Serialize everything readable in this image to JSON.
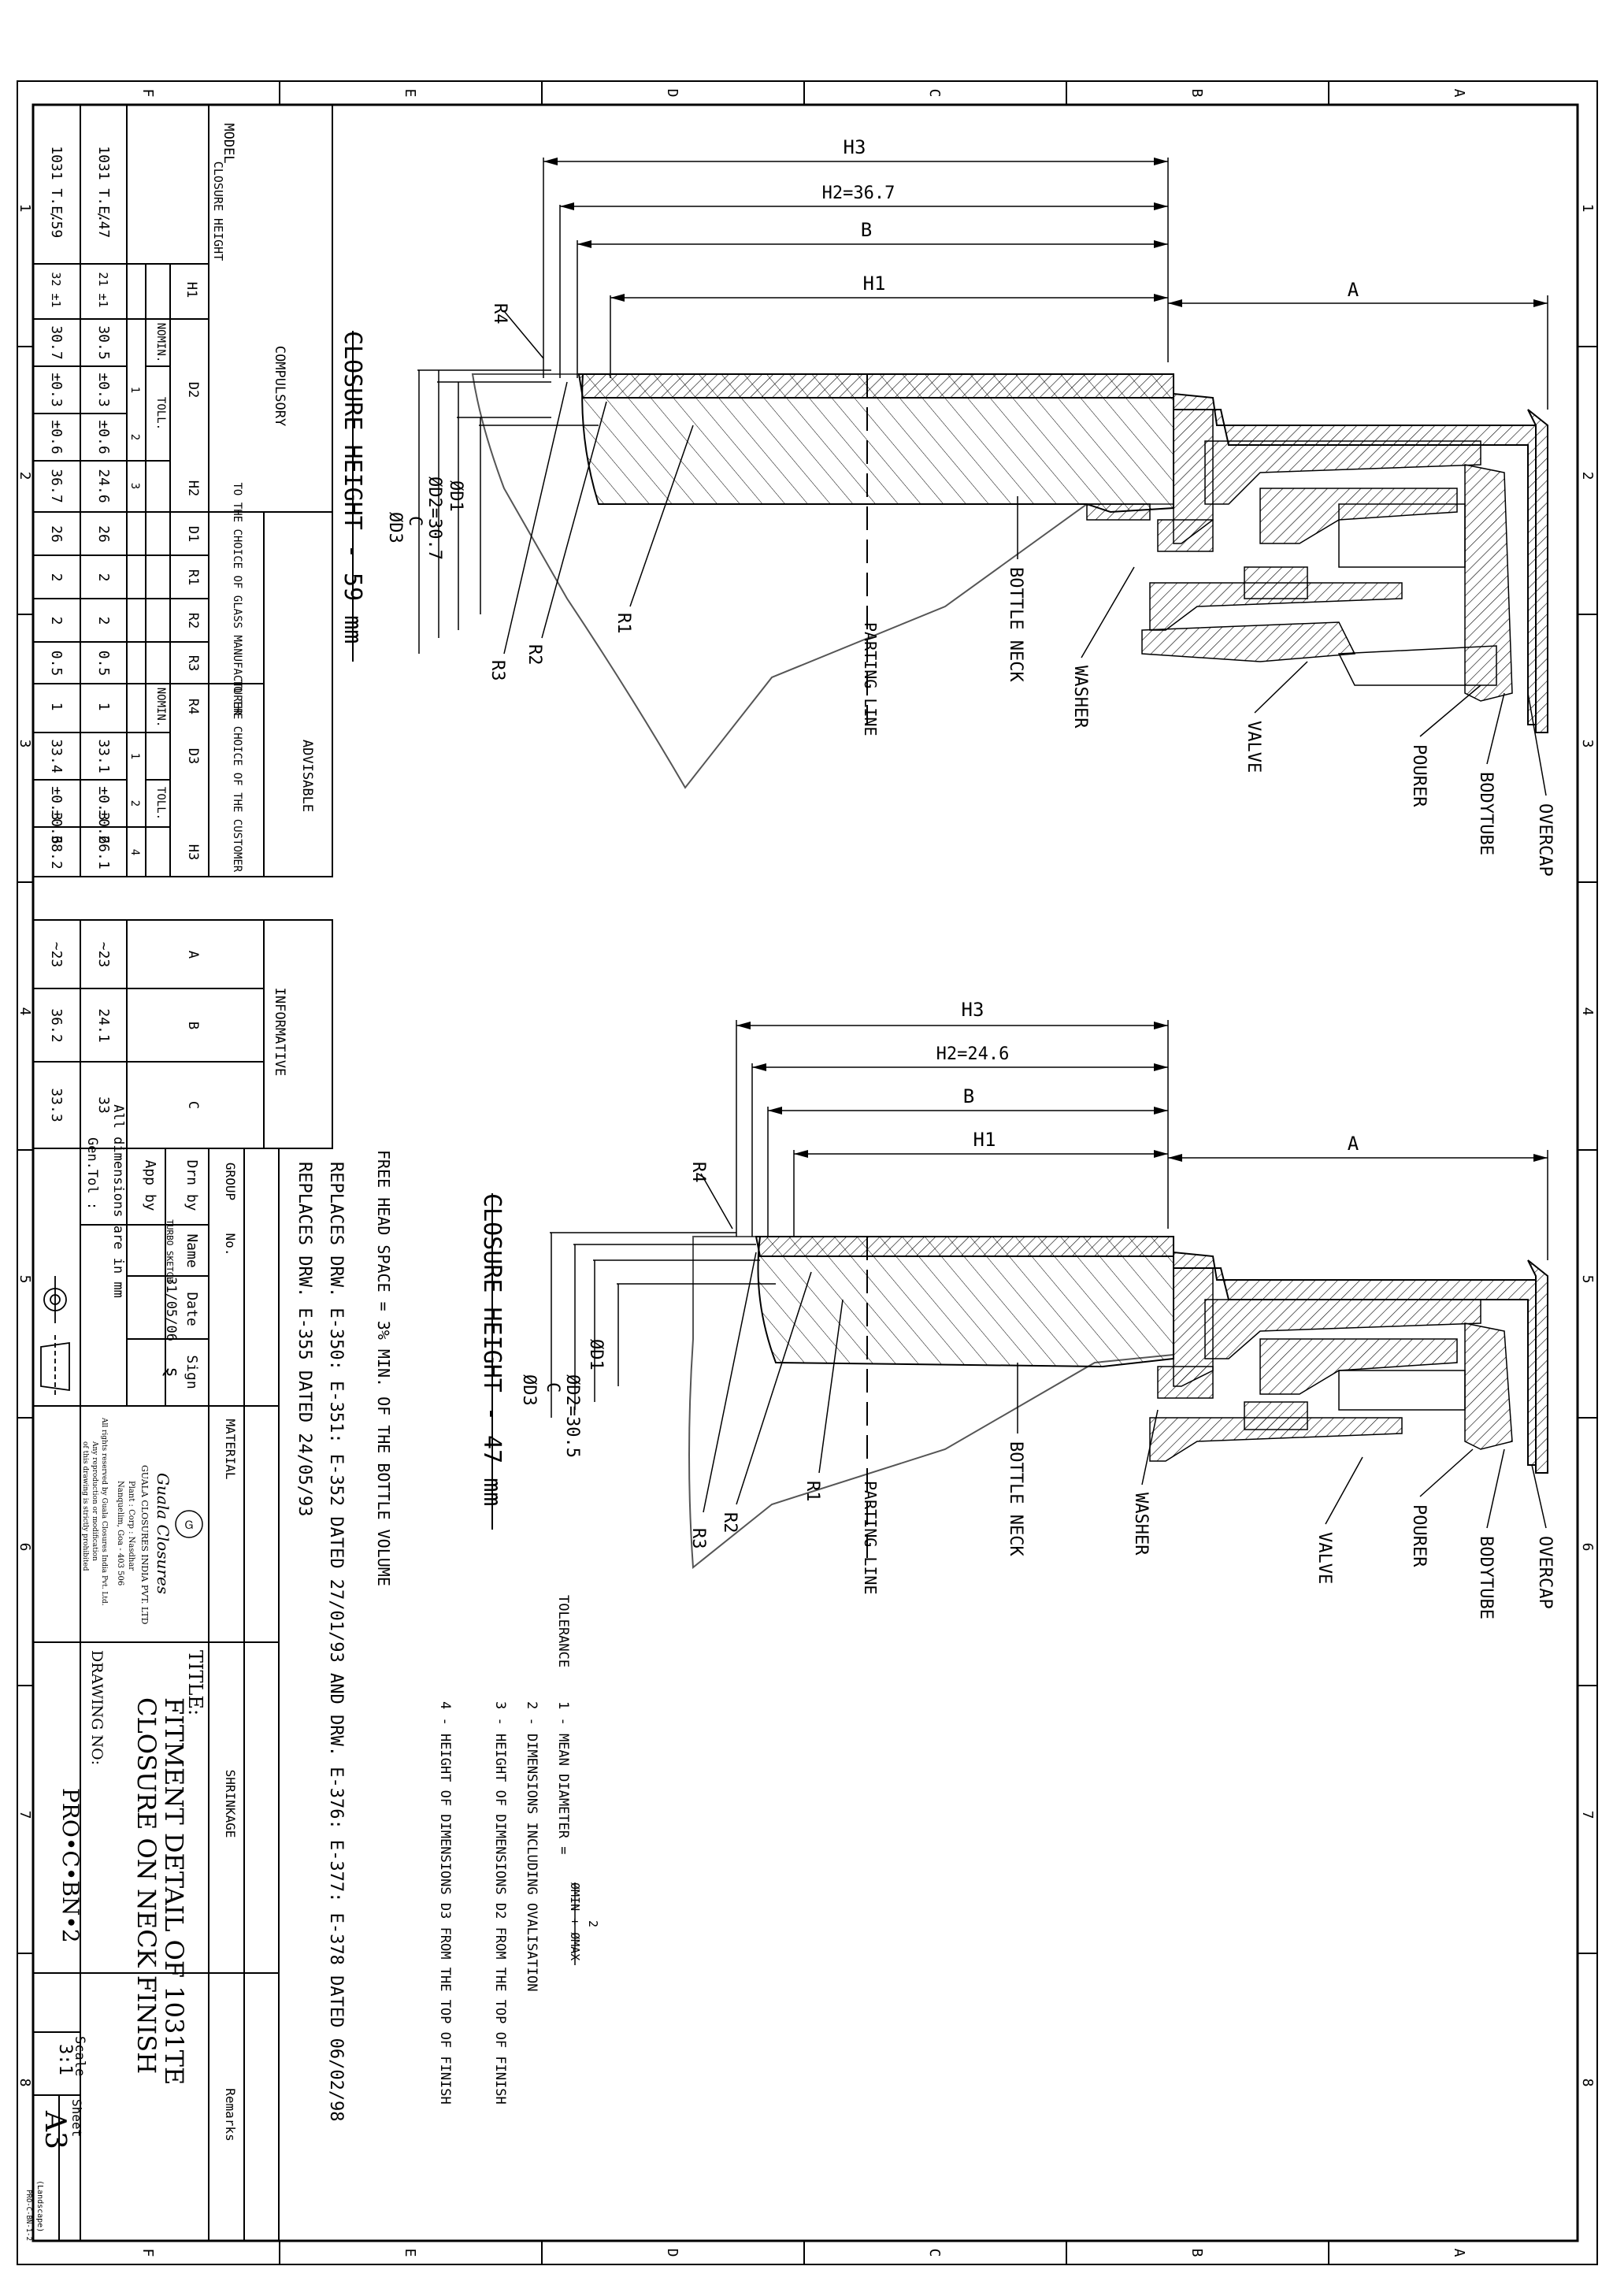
{
  "border": {
    "letters": [
      "F",
      "E",
      "D",
      "C",
      "B",
      "A"
    ],
    "numbers": [
      "1",
      "2",
      "3",
      "4",
      "5",
      "6",
      "7",
      "8"
    ]
  },
  "table": {
    "model_label": "MODEL",
    "closure_height_label": "CLOSURE HEIGHT",
    "compulsory_label": "COMPULSORY",
    "advisable_label": "ADVISABLE",
    "informative_label": "INFORMATIVE",
    "glass_label": "TO THE CHOICE OF GLASS MANUFACTURER",
    "customer_label": "TO THE CHOICE OF THE CUSTOMER",
    "h1_label": "H1",
    "d2_label": "D2",
    "nomin_label": "NOMIN.",
    "toll_label": "TOLL.",
    "h2_label": "H2",
    "d1_label": "D1",
    "r1_label": "R1",
    "r2_label": "R2",
    "r3_label": "R3",
    "r4_label": "R4",
    "d3_label": "D3",
    "h3_label": "H3",
    "a_label": "A",
    "b_label": "B",
    "c_label": "C",
    "idx": [
      "1",
      "2",
      "3",
      "1",
      "2",
      "4"
    ],
    "rows": [
      {
        "model": "1031 T.E.",
        "height": "/47",
        "h1": "21 ±1",
        "d2_nom": "30.5",
        "d2_t1": "±0.3",
        "d2_t2": "±0.6",
        "h2": "24.6",
        "d1": "26",
        "r1": "2",
        "r2": "2",
        "r3": "0.5",
        "r4": "1",
        "d3_nom": "33.1",
        "d3_t1": "±0.3",
        "d3_t2": "±0.6",
        "h3": "26.1",
        "a": "~23",
        "b": "24.1",
        "c": "33"
      },
      {
        "model": "1031 T.E.",
        "height": "/59",
        "h1": "32 ±1",
        "d2_nom": "30.7",
        "d2_t1": "±0.3",
        "d2_t2": "±0.6",
        "h2": "36.7",
        "d1": "26",
        "r1": "2",
        "r2": "2",
        "r3": "0.5",
        "r4": "1",
        "d3_nom": "33.4",
        "d3_t1": "±0.3",
        "d3_t2": "±0.6",
        "h3": "38.2",
        "a": "~23",
        "b": "36.2",
        "c": "33.3"
      }
    ]
  },
  "view_top": {
    "title": "CLOSURE HEIGHT - 59 mm",
    "h3": "H3",
    "h2": "H2=36.7",
    "b": "B",
    "h1": "H1",
    "a": "A",
    "r4": "R4",
    "d3": "ØD3",
    "c": "C",
    "d2": "ØD2=30.7",
    "d1": "ØD1",
    "r3": "R3",
    "r2": "R2",
    "r1": "R1",
    "parting": "PARTING LINE",
    "neck": "BOTTLE NECK",
    "washer": "WASHER",
    "valve": "VALVE",
    "pourer": "POURER",
    "bodytube": "BODYTUBE",
    "overcap": "OVERCAP"
  },
  "view_bottom": {
    "title": "CLOSURE HEIGHT - 47 mm",
    "h3": "H3",
    "h2": "H2=24.6",
    "b": "B",
    "h1": "H1",
    "a": "A",
    "r4": "R4",
    "d3": "ØD3",
    "c": "C",
    "d2": "ØD2=30.5",
    "d1": "ØD1",
    "r3": "R3",
    "r2": "R2",
    "r1": "R1",
    "parting": "PARTING LINE",
    "neck": "BOTTLE NECK",
    "washer": "WASHER",
    "valve": "VALVE",
    "pourer": "POURER",
    "bodytube": "BODYTUBE",
    "overcap": "OVERCAP"
  },
  "notes": {
    "free_head": "FREE HEAD SPACE = 3% MIN. OF THE BOTTLE VOLUME",
    "replaces1": "REPLACES DRW. E-350: E-351: E-352 DATED 27/01/93 AND DRW. E-376: E-377: E-378 DATED 06/02/98",
    "replaces2": "REPLACES DRW. E-355 DATED 24/05/93",
    "tolerance": "TOLERANCE",
    "n1_prefix": "1 - MEAN DIAMETER =",
    "n1_num": "ØMIN + ØMAX",
    "n1_den": "2",
    "n2": "2 - DIMENSIONS INCLUDING OVALISATION",
    "n3": "3 - HEIGHT OF DIMENSIONS D2 FROM THE TOP OF FINISH",
    "n4": "4 - HEIGHT OF DIMENSIONS D3 FROM THE TOP OF FINISH"
  },
  "title_block": {
    "group": "GROUP",
    "no": "No.",
    "material": "MATERIAL",
    "shrinkage": "SHRINKAGE",
    "remarks": "Remarks",
    "name": "Name",
    "date": "Date",
    "sign": "Sign",
    "drn_by": "Drn by",
    "drn_name": "TURBO SKETCH",
    "drn_date": "31/05/06",
    "drn_sign": "ȿ",
    "app_by": "App by",
    "all_dims": "All dimensions are in mm",
    "gen_tol": "Gen.Tol :",
    "company_logo": "Guala Closures",
    "company": "GUALA CLOSURES INDIA PVT. LTD",
    "address1": "Plant : Corp : Nasdhar",
    "address2": "Nanquelim, Goa - 403 506",
    "rights1": "All rights reserved by Guala Closures India Pvt. Ltd.",
    "rights2": "Any reproduction or modification",
    "rights3": "of this drawing is strictly prohibited",
    "title_label": "TITLE:",
    "title1": "FITMENT DETAIL OF 1031TE",
    "title2": "CLOSURE ON NECK FINISH",
    "drawing_no_label": "DRAWING NO:",
    "drawing_no": "PRO•C•BN•2",
    "scale_label": "Scale",
    "scale": "3:1",
    "sheet_label": "Sheet",
    "sheet": "A3",
    "landscape": "(Landscape)",
    "code": "PRO-C-BN-1-2"
  }
}
